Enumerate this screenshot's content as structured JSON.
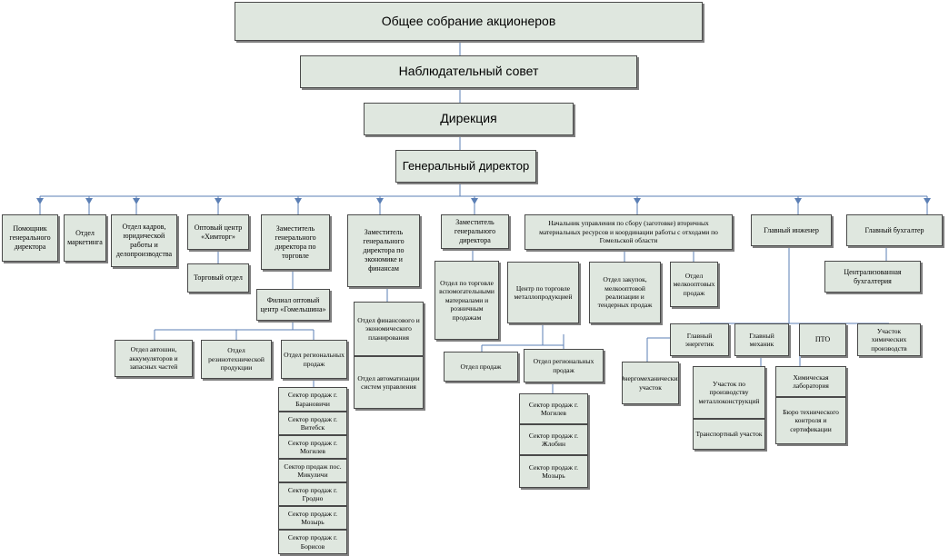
{
  "diagram": {
    "top": {
      "shareholders": "Общее собрание акционеров",
      "supervisory_board": "Наблюдательный совет",
      "directorate": "Дирекция",
      "general_director": "Генеральный директор"
    },
    "assistant_gd": "Помощник генерального директора",
    "marketing": "Отдел маркетинга",
    "hr": "Отдел кадров, юридической работы и делопроизводства",
    "wholesale_center": "Оптовый центр «Химторг»",
    "trade_dept": "Торговый отдел",
    "deputy_trade": "Заместитель генерального директора по торговле",
    "wholesale_branch": "Филиал оптовый центр «Гомельшина»",
    "auto_tires_dept": "Отдел автошин, аккумуляторов и запасных частей",
    "rubber_dept": "Отдел резинотехнической продукции",
    "regional_sales_1": "Отдел региональных продаж",
    "sectors_left": [
      "Сектор продаж г. Барановичи",
      "Сектор продаж г. Витебск",
      "Сектор продаж г. Могилев",
      "Сектор продаж пос. Микуличи",
      "Сектор продаж г. Гродно",
      "Сектор продаж г. Мозырь",
      "Сектор продаж г. Борисов"
    ],
    "deputy_economy": "Заместитель генерального директора по экономике и финансам",
    "fin_planning": "Отдел финансового и экономического планирования",
    "automation": "Отдел автоматизации систем управления",
    "deputy_gd": "Заместитель генерального директора",
    "aux_materials": "Отдел по торговле вспомогательными материалами и розничным продажам",
    "metal_center": "Центр по торговле металлопродукцией",
    "sales_dept": "Отдел продаж",
    "regional_sales_2": "Отдел региональных продаж",
    "sectors_right": [
      "Сектор продаж г. Могилев",
      "Сектор продаж г. Жлобин",
      "Сектор продаж г. Мозырь"
    ],
    "recycling_head": "Начальник управления по сбору (заготовке) вторичных материальных ресурсов и координации работы с отходами по Гомельской области",
    "procurement": "Отдел закупок, мелкооптовой реализации и тендерных продаж",
    "small_wholesale": "Отдел мелкооптовых продаж",
    "chief_engineer": "Главный инженер",
    "chief_power": "Главный энергетик",
    "power_section": "Энергомеханический участок",
    "chief_mechanic": "Главный механик",
    "metal_production": "Участок по производству металлоконструкций",
    "transport": "Транспортный участок",
    "pto": "ПТО",
    "chemical_production": "Участок химических производств",
    "chem_lab": "Химическая лаборатория",
    "tech_control": "Бюро технического контроля и сертификации",
    "chief_accountant": "Главный бухгалтер",
    "central_accounting": "Централизованная бухгалтерия"
  }
}
